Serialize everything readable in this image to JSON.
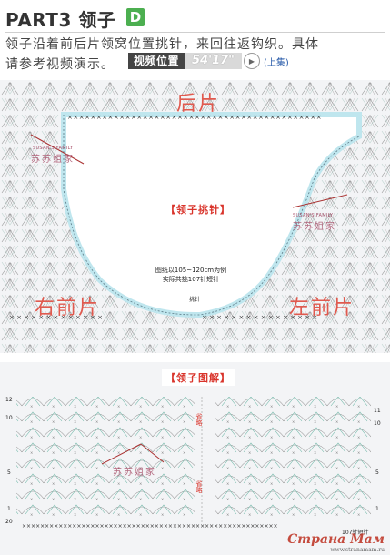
{
  "header": {
    "part_label": "PART3 领子",
    "badge": "D"
  },
  "description": {
    "line1": "领子沿着前后片领窝位置挑针，来回往返钩织。具体",
    "line2": "请参考视频演示。",
    "video_label": "视频位置",
    "video_time": "54'17\"",
    "video_note": "(上集)"
  },
  "diagram1": {
    "back_label": "后片",
    "right_front_label": "右前片",
    "left_front_label": "左前片",
    "box_title": "【领子挑针】",
    "note_line1": "图纸以105~120cm为例",
    "note_line2": "实际共挑107针短针",
    "pick_label": "挑针",
    "brand_en": "SUSAN'S FAMILY",
    "brand_cn": "苏苏姐家"
  },
  "diagram2": {
    "box_title": "【领子图解】",
    "omit_label": "省略",
    "stitch_count": "107针短针",
    "left_rows": [
      "12",
      "10",
      "5",
      "1",
      "20"
    ],
    "right_rows": [
      "11",
      "10",
      "5",
      "1"
    ],
    "brand_cn": "苏苏姐家"
  },
  "watermark": {
    "text": "Страна Мам",
    "url": "www.stranamam.ru"
  },
  "colors": {
    "accent_green": "#4caf50",
    "label_red": "#e05a4f",
    "neckline_blue": "#bfe6ee",
    "stitch_teal": "#6fb8a8"
  }
}
